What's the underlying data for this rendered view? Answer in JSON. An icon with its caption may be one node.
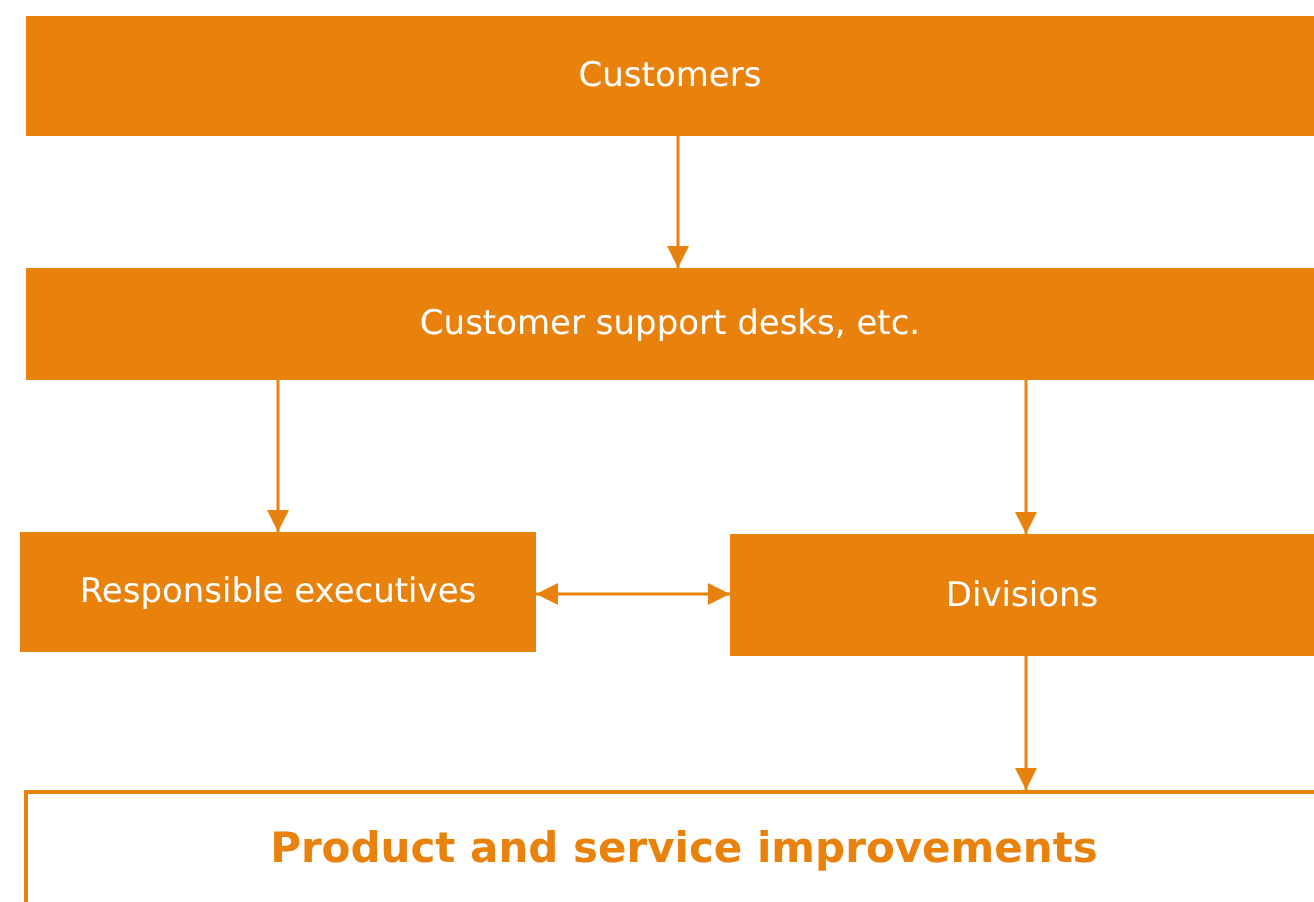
{
  "diagram": {
    "nodes": [
      {
        "text": [
          "Customers"
        ]
      },
      {
        "text": [
          "Customer support desks, etc."
        ]
      },
      {
        "text": [
          "Responsible executives"
        ]
      },
      {
        "text": [
          "Divisions"
        ]
      },
      {
        "text": [
          "Product and service improvements"
        ]
      }
    ],
    "edges": [
      {
        "from": 0,
        "to": 1,
        "arrow": "to"
      },
      {
        "from": 1,
        "to": 2,
        "arrow": "to"
      },
      {
        "from": 1,
        "to": 3,
        "arrow": "to"
      },
      {
        "from": 2,
        "to": 3,
        "arrow": "both"
      },
      {
        "from": 3,
        "to": 4,
        "arrow": "to"
      }
    ]
  }
}
